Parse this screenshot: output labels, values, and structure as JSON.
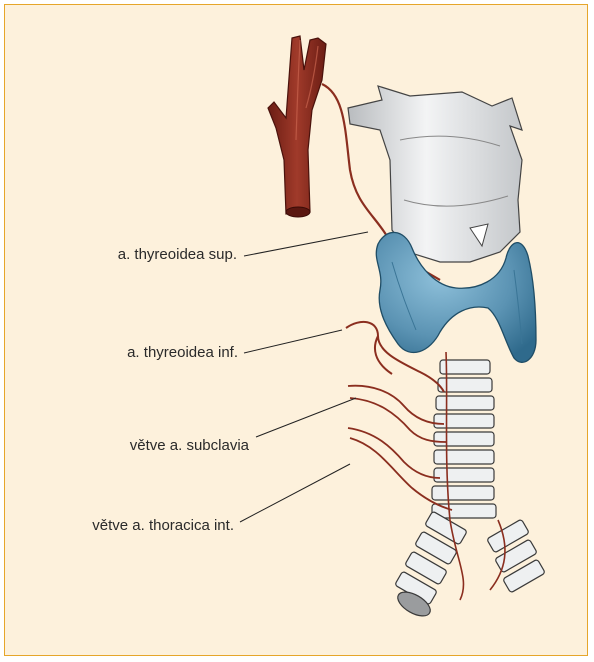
{
  "labels": {
    "sup": "a. thyreoidea sup.",
    "inf": "a. thyreoidea inf.",
    "subclavia": "větve a. subclavia",
    "thoracica": "větve a. thoracica int."
  },
  "colors": {
    "frame_border": "#e6a62a",
    "background": "#fdf1dc",
    "artery": "#8b2e1f",
    "thyroid": "#5b93b3",
    "cartilage": "#e9ebec"
  }
}
